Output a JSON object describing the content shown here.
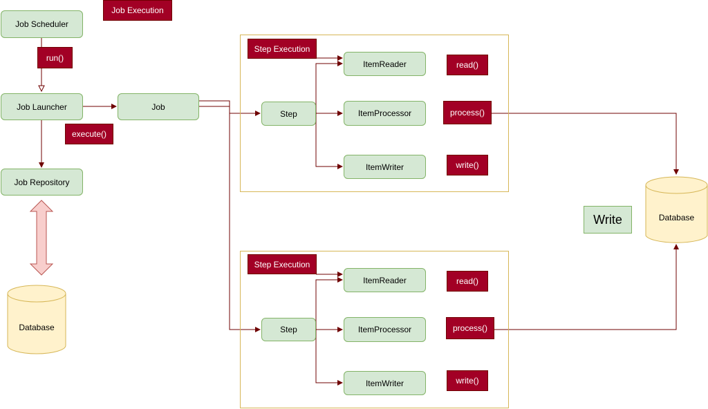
{
  "nodes": {
    "job_scheduler": "Job Scheduler",
    "job_launcher": "Job Launcher",
    "job_repository": "Job Repository",
    "job": "Job"
  },
  "tags": {
    "job_execution": "Job Execution",
    "run": "run()",
    "execute": "execute()"
  },
  "databases": {
    "left": "Database",
    "right": "Database"
  },
  "legend": {
    "write": "Write"
  },
  "step_groups": [
    {
      "step_execution": "Step Execution",
      "step": "Step",
      "item_reader": "ItemReader",
      "item_processor": "ItemProcessor",
      "item_writer": "ItemWriter",
      "read": "read()",
      "process": "process()",
      "write": "write()"
    },
    {
      "step_execution": "Step Execution",
      "step": "Step",
      "item_reader": "ItemReader",
      "item_processor": "ItemProcessor",
      "item_writer": "ItemWriter",
      "read": "read()",
      "process": "process()",
      "write": "write()"
    }
  ],
  "colors": {
    "node_fill": "#d5e8d4",
    "node_stroke": "#82b366",
    "tag_fill": "#a20025",
    "edge": "#6f0000",
    "group_stroke": "#d6b656",
    "db_fill": "#fff2cc",
    "arrow_fill": "#f8cecc",
    "arrow_stroke": "#b85450"
  }
}
